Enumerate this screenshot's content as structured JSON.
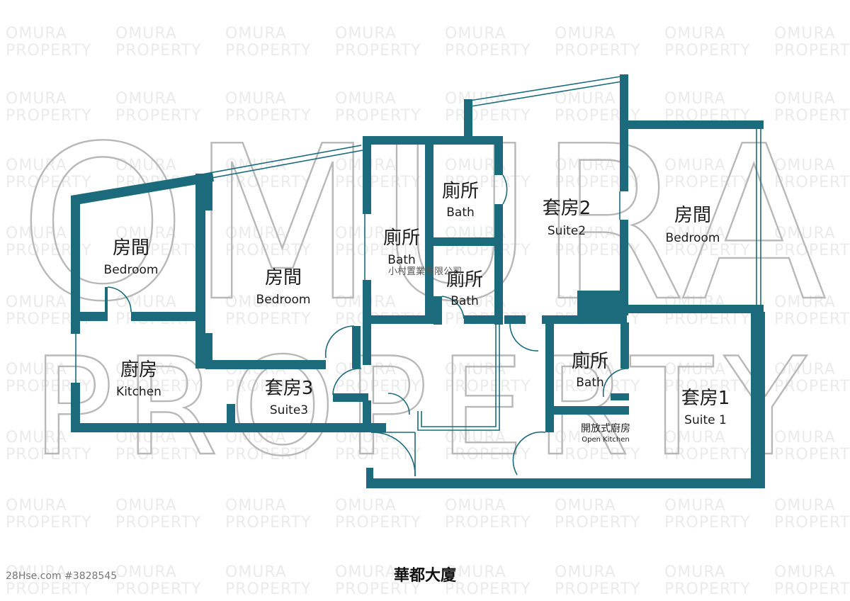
{
  "watermark": {
    "line1": "OMURA",
    "line2": "PROPERTY",
    "big_line1": "OMURA",
    "big_line2": "PROPERTY",
    "color": "#ebebeb",
    "big_color": "#b8b8b8"
  },
  "plan": {
    "wall_color": "#1b6b7c",
    "company": "小村置業有限公司",
    "rooms": {
      "bedroom_left": {
        "zh": "房間",
        "en": "Bedroom"
      },
      "bedroom_mid": {
        "zh": "房間",
        "en": "Bedroom"
      },
      "kitchen": {
        "zh": "廚房",
        "en": "Kitchen"
      },
      "suite3": {
        "zh": "套房3",
        "en": "Suite3"
      },
      "bath_a": {
        "zh": "廁所",
        "en": "Bath"
      },
      "bath_b": {
        "zh": "廁所",
        "en": "Bath"
      },
      "bath_c": {
        "zh": "廁所",
        "en": "Bath"
      },
      "suite2": {
        "zh": "套房2",
        "en": "Suite2"
      },
      "bedroom_right": {
        "zh": "房間",
        "en": "Bedroom"
      },
      "bath_d": {
        "zh": "廁所",
        "en": "Bath"
      },
      "suite1": {
        "zh": "套房1",
        "en": "Suite 1"
      },
      "open_kitchen": {
        "zh": "開放式廚房",
        "en": "Open Kitchen"
      }
    }
  },
  "building_name": "華都大廈",
  "listing_id": "28Hse.com #3828545"
}
